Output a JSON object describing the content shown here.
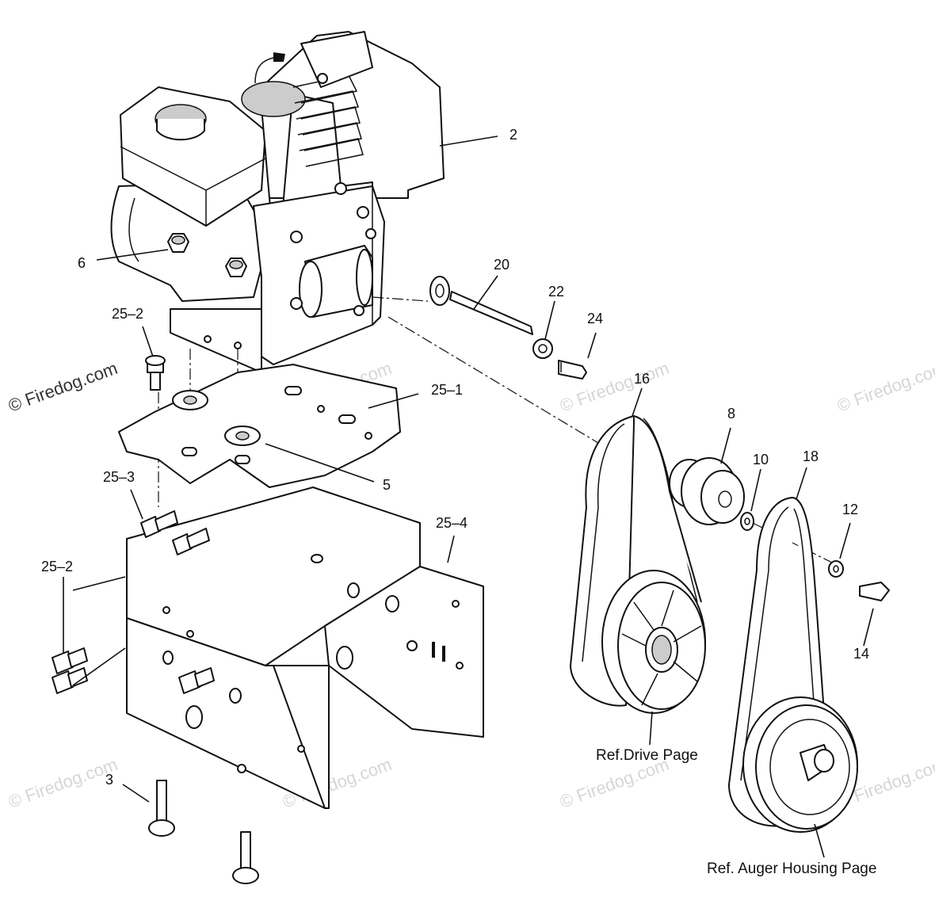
{
  "callouts": {
    "c2": "2",
    "c6": "6",
    "c20": "20",
    "c22": "22",
    "c24": "24",
    "c25_2a": "25–2",
    "c25_1": "25–1",
    "c16": "16",
    "c8": "8",
    "c10": "10",
    "c18": "18",
    "c12": "12",
    "c14": "14",
    "c5": "5",
    "c25_3": "25–3",
    "c25_4": "25–4",
    "c25_2b": "25–2",
    "c3": "3"
  },
  "references": {
    "drive": "Ref.Drive Page",
    "auger": "Ref. Auger Housing Page"
  },
  "watermark": {
    "text": "© Firedog.com"
  }
}
